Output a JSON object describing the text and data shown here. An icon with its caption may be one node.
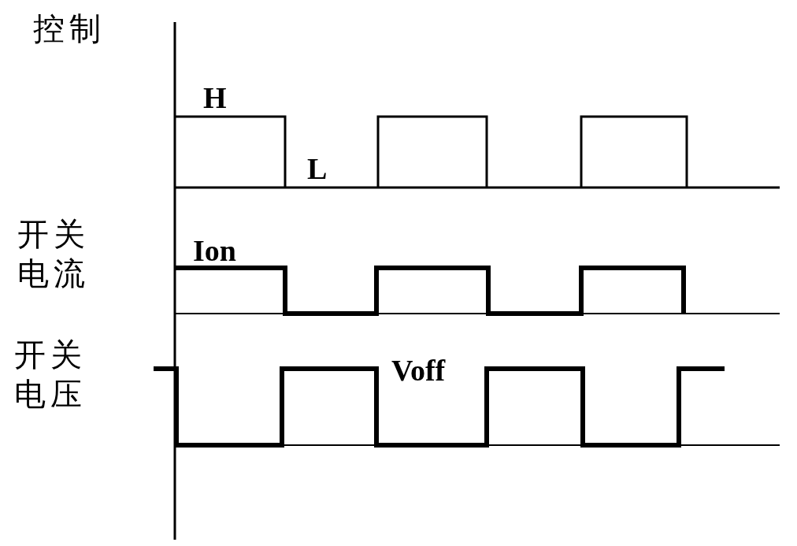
{
  "diagram": {
    "labels": [
      "控制",
      "H",
      "L",
      "开关电流",
      "Ion",
      "开关电压",
      "Voff"
    ]
  }
}
